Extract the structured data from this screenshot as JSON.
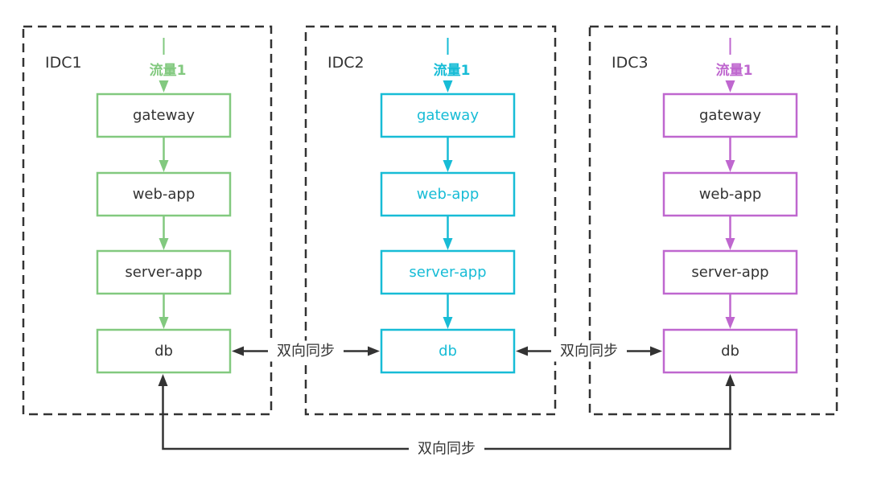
{
  "diagram": {
    "title": "",
    "idcs": [
      {
        "id": "idc1",
        "name": "IDC1",
        "color": "#82C97F",
        "text_color": "#333333",
        "traffic_label": "流量1",
        "services": [
          "gateway",
          "web-app",
          "server-app",
          "db"
        ]
      },
      {
        "id": "idc2",
        "name": "IDC2",
        "color": "#17BCD6",
        "text_color": "#17BCD6",
        "traffic_label": "流量1",
        "services": [
          "gateway",
          "web-app",
          "server-app",
          "db"
        ]
      },
      {
        "id": "idc3",
        "name": "IDC3",
        "color": "#BF67CF",
        "text_color": "#333333",
        "traffic_label": "流量1",
        "services": [
          "gateway",
          "web-app",
          "server-app",
          "db"
        ]
      }
    ],
    "sync_links": [
      {
        "from": "idc1.db",
        "to": "idc2.db",
        "label": "双向同步",
        "bidirectional": true
      },
      {
        "from": "idc2.db",
        "to": "idc3.db",
        "label": "双向同步",
        "bidirectional": true
      },
      {
        "from": "idc1.db",
        "to": "idc3.db",
        "label": "双向同步",
        "bidirectional": true
      }
    ],
    "container_border_color": "#333333",
    "sync_line_color": "#333333"
  }
}
